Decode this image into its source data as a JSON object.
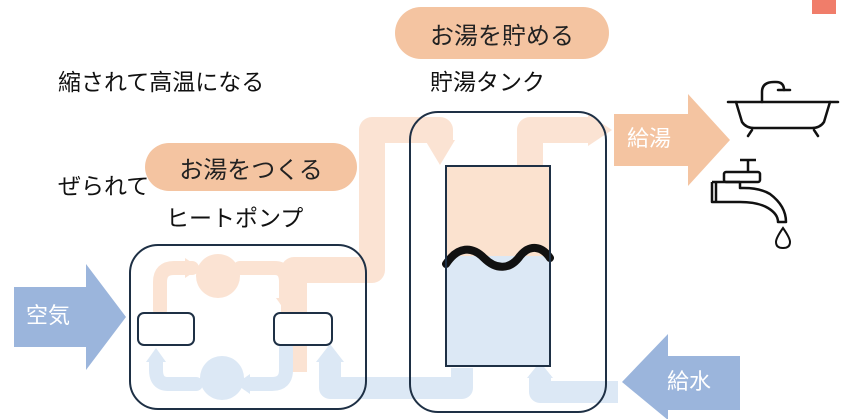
{
  "texts": {
    "cut_text_1": "縮されて高温になる",
    "cut_text_2": "ぜられて",
    "pill_store": "お湯を貯める",
    "tank_label": "貯湯タンク",
    "pill_make": "お湯をつくる",
    "heatpump_label": "ヒートポンプ",
    "air": "空気",
    "hot_supply": "給湯",
    "water_supply": "給水"
  },
  "colors": {
    "hot": "#f4c4a1",
    "hot_flow": "#fbe3d3",
    "cold": "#9bb5dc",
    "cold_flow": "#dce8f5",
    "tank_hot": "#fbe2cf",
    "tank_cold": "#dce8f5",
    "frame": "#1e3045",
    "corner_badge": "#f07d6a"
  },
  "icons": [
    "bathtub-icon",
    "faucet-icon",
    "water-drop-icon",
    "fan-icon"
  ]
}
